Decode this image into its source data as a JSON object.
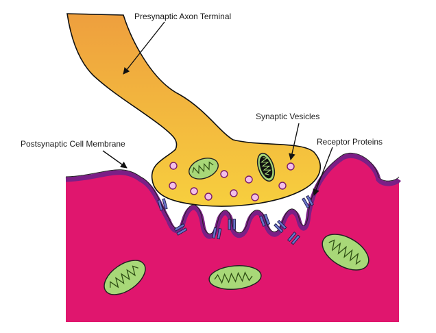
{
  "labels": {
    "presynaptic_axon_terminal": "Presynaptic Axon Terminal",
    "synaptic_vesicles": "Synaptic Vesicles",
    "postsynaptic_cell_membrane": "Postsynaptic Cell Membrane",
    "receptor_proteins": "Receptor Proteins"
  },
  "colors": {
    "axon_light": "#f7cf3e",
    "axon_dark": "#ee9f3e",
    "postsynaptic_cell": "#e0166e",
    "membrane": "#7b1f86",
    "mitochondria": "#a8d878",
    "mito_cristae": "#3a5a1c",
    "vesicle": "#f3bfe8",
    "vesicle_outline": "#7a1a6a",
    "receptor": "#6a72c8",
    "outline": "#111111"
  }
}
